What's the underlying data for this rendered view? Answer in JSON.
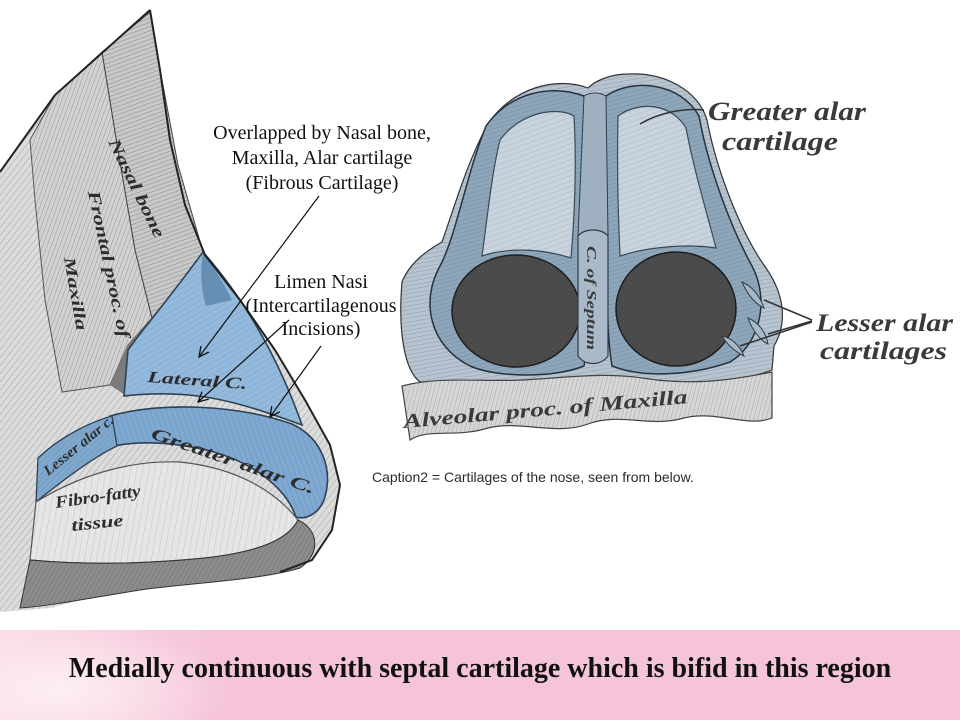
{
  "annotations": {
    "overlap": [
      "Overlapped by Nasal bone,",
      "Maxilla, Alar cartilage",
      "(Fibrous Cartilage)"
    ],
    "limen": [
      "Limen Nasi",
      "(Intercartilagenous",
      "Incisions)"
    ]
  },
  "lateral_figure": {
    "labels": {
      "nasal_bone": "Nasal bone",
      "frontal_proc": [
        "Frontal proc. of",
        "Maxilla"
      ],
      "lateral_c": "Lateral C.",
      "greater_alar_c": "Greater alar C.",
      "lesser_alar_c": "Lesser alar c.",
      "fibro_fatty": [
        "Fibro-fatty",
        "tissue"
      ]
    }
  },
  "inferior_figure": {
    "labels": {
      "greater_alar": [
        "Greater alar",
        "cartilage"
      ],
      "lesser_alar": [
        "Lesser alar",
        "cartilages"
      ],
      "septum": "C. of Septum",
      "alveolar": "Alveolar proc. of Maxilla"
    },
    "caption": "Caption2 = Cartilages of the nose, seen from below."
  },
  "banner": {
    "text": "Medially continuous with septal cartilage which is bifid in this region"
  },
  "colors": {
    "banner_pink": "#f6c4d9",
    "banner_glow": "#fdeef4",
    "banner_text": "#111111"
  }
}
